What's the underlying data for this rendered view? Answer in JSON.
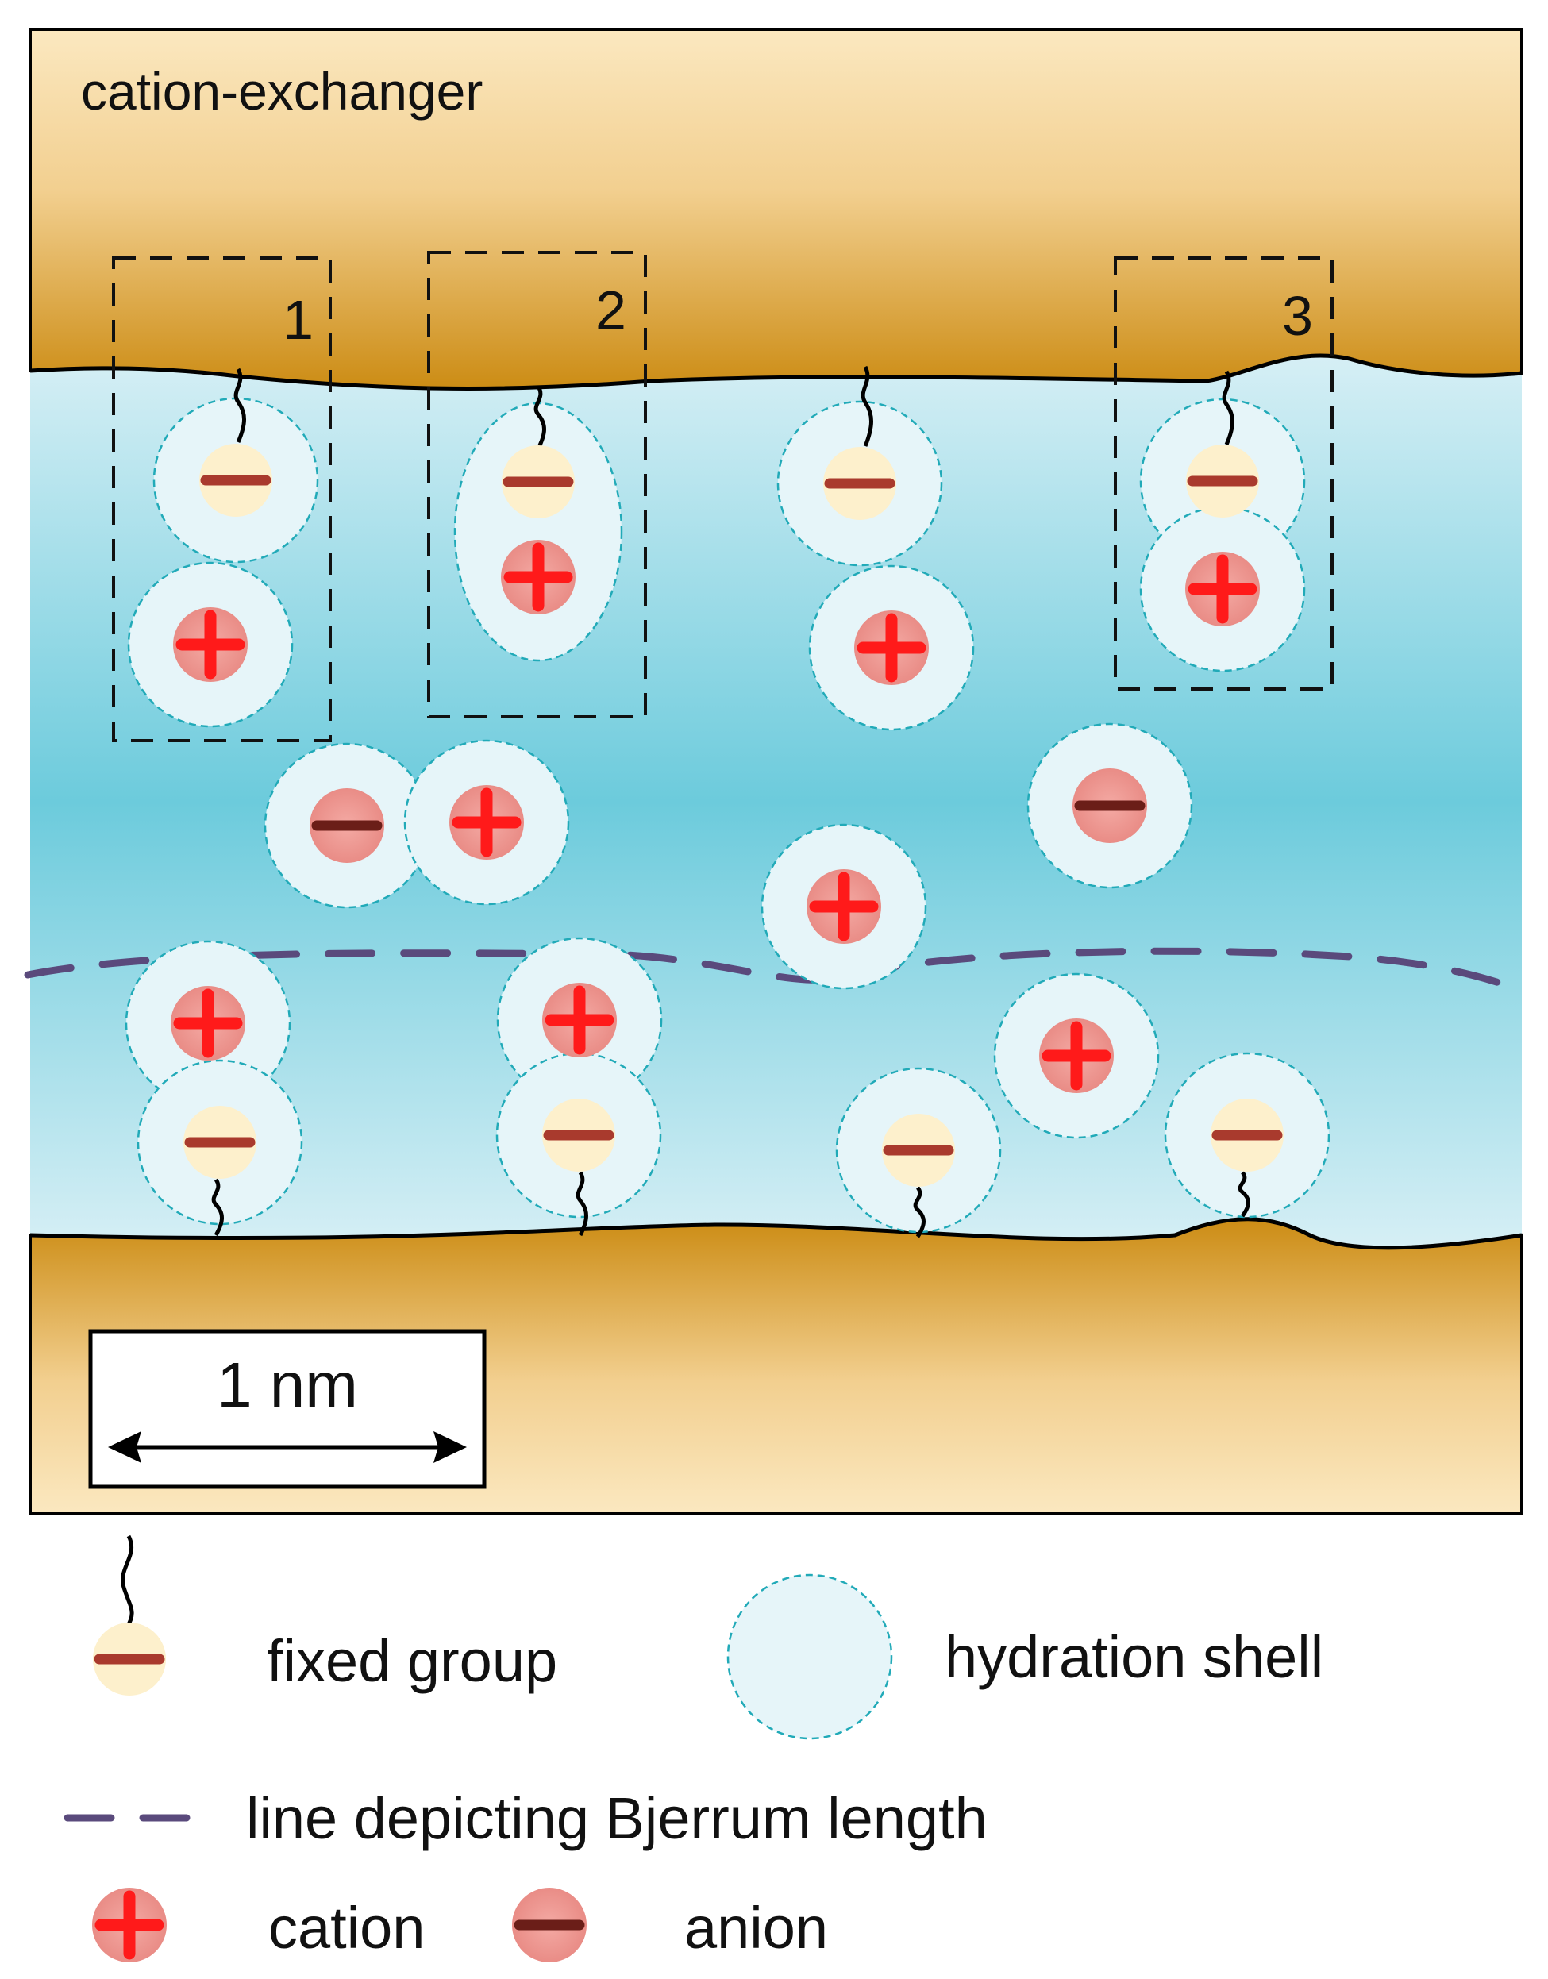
{
  "title": "cation-exchanger",
  "boxes": [
    {
      "label": "1"
    },
    {
      "label": "2"
    },
    {
      "label": "3"
    }
  ],
  "scale_bar": {
    "label": "1 nm"
  },
  "legend": {
    "fixed_group": "fixed group",
    "hydration_shell": "hydration shell",
    "bjerrum": "line depicting Bjerrum length",
    "cation": "cation",
    "anion": "anion"
  },
  "colors": {
    "fixed_group_core": "#fdf0cc",
    "fixed_group_bar": "#a93a2d",
    "cation_core": "#ee9a94",
    "cation_plus": "#ff1a1a",
    "anion_core": "#ee9a94",
    "anion_bar": "#6b1e18",
    "hydration_fill": "#e6f5f9",
    "hydration_stroke": "#21aab8",
    "bjerrum_line": "#5a4a7c",
    "exchanger_light": "#fbe8c0",
    "exchanger_dark": "#cc8c14",
    "solution_light": "#d6eff5",
    "solution_dark": "#6ccbdc"
  }
}
